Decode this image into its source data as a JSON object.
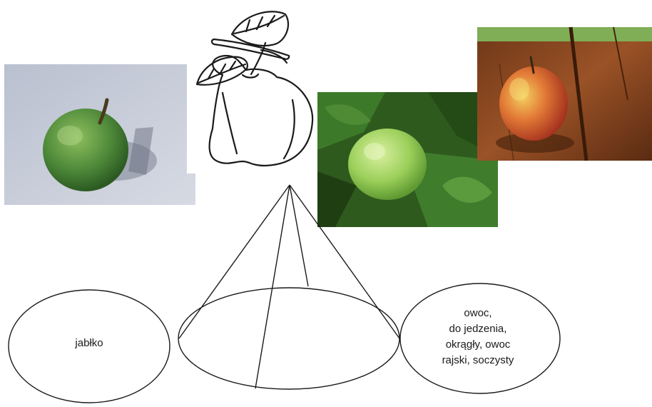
{
  "left_ellipse": {
    "text": "jabłko"
  },
  "center_ellipse": {
    "text": ""
  },
  "right_ellipse": {
    "lines": [
      "owoc,",
      "do jedzenia,",
      "okrągły, owoc",
      "rajski, soczysty"
    ]
  },
  "images": [
    {
      "name": "photo-green-apple-on-paper",
      "kind": "photo"
    },
    {
      "name": "apple-line-drawing",
      "kind": "illustration"
    },
    {
      "name": "photo-green-apple-on-tree",
      "kind": "photo"
    },
    {
      "name": "photo-red-apple-on-table",
      "kind": "photo"
    }
  ],
  "colors": {
    "stroke": "#1a1a1a",
    "green_apple": "#4f8a3a",
    "light_green_apple": "#9bcf5a",
    "red_apple": "#c8402a",
    "wood": "#8a4a22"
  }
}
